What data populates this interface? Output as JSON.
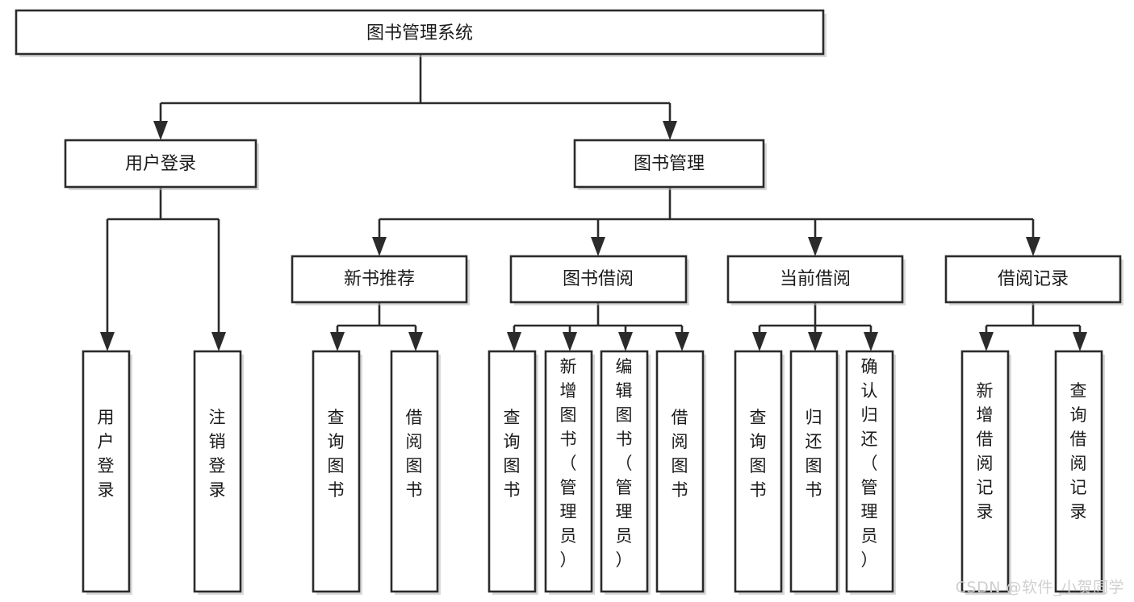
{
  "diagram": {
    "type": "tree-hierarchy",
    "orientation": "top-down",
    "root": {
      "id": "root",
      "label": "图书管理系统",
      "text_direction": "horizontal"
    },
    "level2": [
      {
        "id": "user-login",
        "label": "用户登录",
        "text_direction": "horizontal"
      },
      {
        "id": "book-manage",
        "label": "图书管理",
        "text_direction": "horizontal"
      }
    ],
    "level3": [
      {
        "id": "new-book-recommend",
        "label": "新书推荐",
        "parent": "book-manage",
        "text_direction": "horizontal"
      },
      {
        "id": "book-borrow",
        "label": "图书借阅",
        "parent": "book-manage",
        "text_direction": "horizontal"
      },
      {
        "id": "current-borrow",
        "label": "当前借阅",
        "parent": "book-manage",
        "text_direction": "horizontal"
      },
      {
        "id": "borrow-record",
        "label": "借阅记录",
        "parent": "book-manage",
        "text_direction": "horizontal"
      }
    ],
    "leaves": [
      {
        "id": "leaf-user-login",
        "label": "用户登录",
        "parent": "user-login",
        "text_direction": "vertical"
      },
      {
        "id": "leaf-user-logout",
        "label": "注销登录",
        "parent": "user-login",
        "text_direction": "vertical"
      },
      {
        "id": "leaf-query-book-1",
        "label": "查询图书",
        "parent": "new-book-recommend",
        "text_direction": "vertical"
      },
      {
        "id": "leaf-borrow-book-1",
        "label": "借阅图书",
        "parent": "new-book-recommend",
        "text_direction": "vertical"
      },
      {
        "id": "leaf-query-book-2",
        "label": "查询图书",
        "parent": "book-borrow",
        "text_direction": "vertical"
      },
      {
        "id": "leaf-add-book",
        "label": "新增图书（管理员）",
        "parent": "book-borrow",
        "text_direction": "vertical"
      },
      {
        "id": "leaf-edit-book",
        "label": "编辑图书（管理员）",
        "parent": "book-borrow",
        "text_direction": "vertical"
      },
      {
        "id": "leaf-borrow-book-2",
        "label": "借阅图书",
        "parent": "book-borrow",
        "text_direction": "vertical"
      },
      {
        "id": "leaf-query-book-3",
        "label": "查询图书",
        "parent": "current-borrow",
        "text_direction": "vertical"
      },
      {
        "id": "leaf-return-book",
        "label": "归还图书",
        "parent": "current-borrow",
        "text_direction": "vertical"
      },
      {
        "id": "leaf-confirm-return",
        "label": "确认归还（管理员）",
        "parent": "current-borrow",
        "text_direction": "vertical"
      },
      {
        "id": "leaf-add-record",
        "label": "新增借阅记录",
        "parent": "borrow-record",
        "text_direction": "vertical"
      },
      {
        "id": "leaf-query-record",
        "label": "查询借阅记录",
        "parent": "borrow-record",
        "text_direction": "vertical"
      }
    ]
  },
  "watermark": {
    "text": "CSDN @软件_小贺同学"
  },
  "colors": {
    "box_stroke": "#2b2b2b",
    "box_fill": "#ffffff",
    "text": "#1b1b1b",
    "watermark": "#cfcfcf",
    "background": "#ffffff"
  }
}
